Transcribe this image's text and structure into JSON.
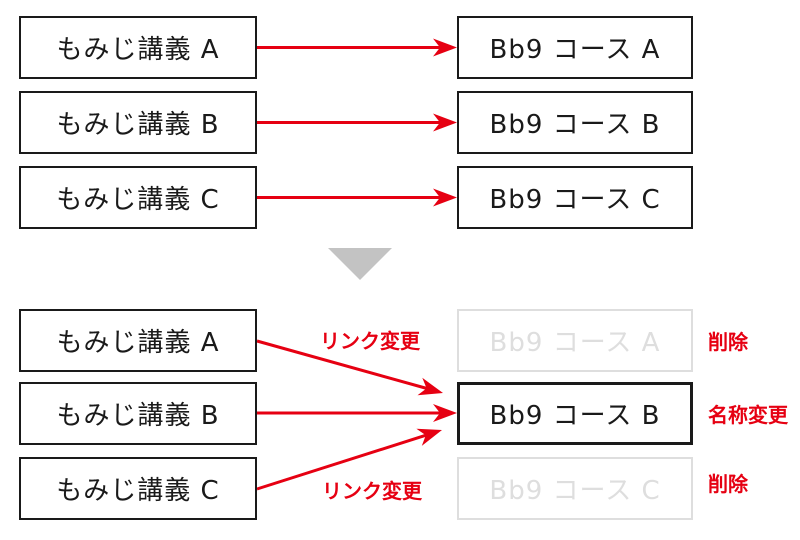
{
  "colors": {
    "accent_red": "#e60012",
    "box_border_black": "#1a1a1a",
    "disabled_gray": "#dedede",
    "triangle_gray": "#c3c3c3",
    "background": "#ffffff"
  },
  "before": {
    "lectures": [
      {
        "label": "もみじ講義 A"
      },
      {
        "label": "もみじ講義 B"
      },
      {
        "label": "もみじ講義 C"
      }
    ],
    "courses": [
      {
        "label": "Bb9 コース A"
      },
      {
        "label": "Bb9 コース B"
      },
      {
        "label": "Bb9 コース C"
      }
    ]
  },
  "transition": {
    "icon": "down-triangle"
  },
  "after": {
    "lectures": [
      {
        "label": "もみじ講義 A"
      },
      {
        "label": "もみじ講義 B"
      },
      {
        "label": "もみじ講義 C"
      }
    ],
    "courses": [
      {
        "label": "Bb9 コース A",
        "state": "deleted",
        "annotation": "削除"
      },
      {
        "label": "Bb9 コース B",
        "state": "renamed",
        "annotation": "名称変更"
      },
      {
        "label": "Bb9 コース C",
        "state": "deleted",
        "annotation": "削除"
      }
    ],
    "arrow_labels": [
      {
        "label": "リンク変更"
      },
      {
        "label": "リンク変更"
      }
    ]
  }
}
